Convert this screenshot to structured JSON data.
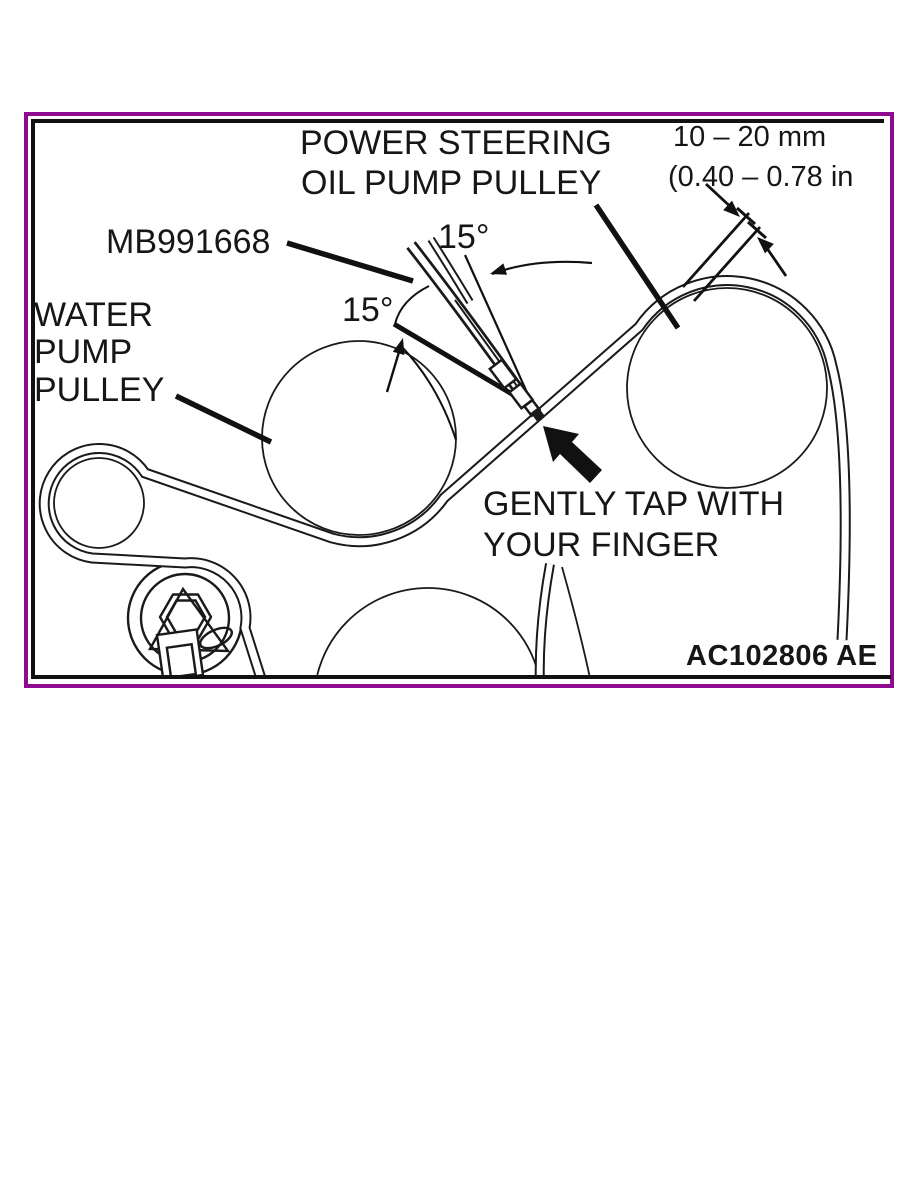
{
  "figure": {
    "labels": {
      "power_steering_line1": "POWER STEERING",
      "power_steering_line2": "OIL PUMP PULLEY",
      "dimension_line1": "10 – 20 mm",
      "dimension_line2": "(0.40 – 0.78 in",
      "tool_code": "MB991668",
      "angle_upper": "15°",
      "angle_lower": "15°",
      "water_pump_line1": "WATER",
      "water_pump_line2": "PUMP",
      "water_pump_line3": "PULLEY",
      "instruction_line1": "GENTLY TAP WITH",
      "instruction_line2": "YOUR FINGER",
      "image_code": "AC102806 AE"
    },
    "colors": {
      "border": "#8E0A8E",
      "frame": "#111111",
      "line": "#1a1a1a",
      "background": "#ffffff"
    }
  }
}
